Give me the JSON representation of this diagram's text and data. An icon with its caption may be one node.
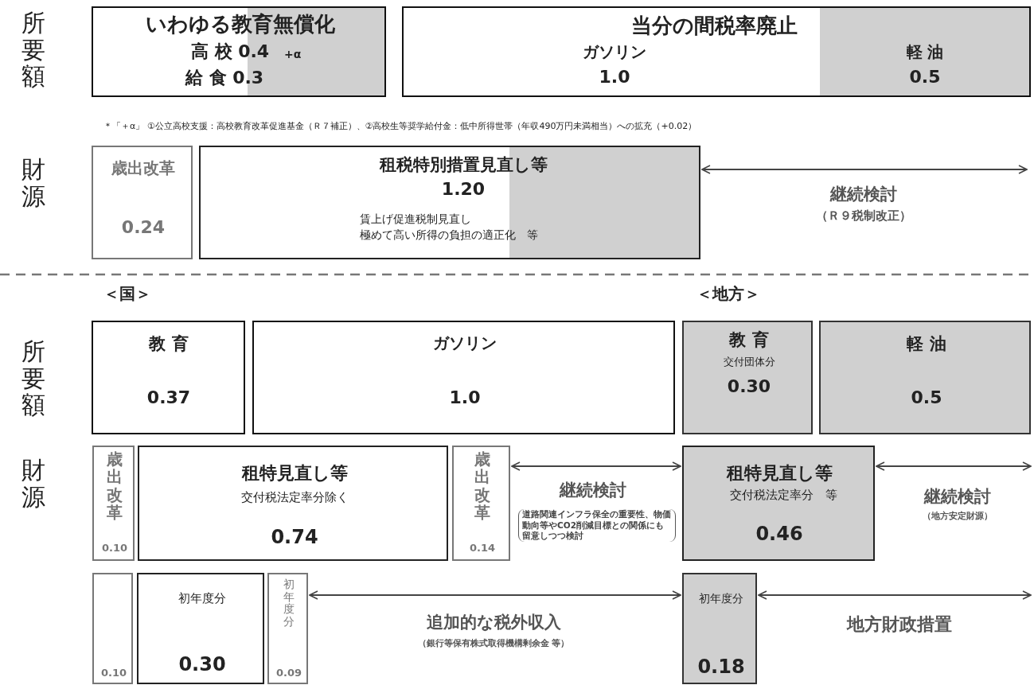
{
  "diagram": {
    "nodes": [
      {
        "text": [
          "いわゆる教育無償化",
          "高 校 0.4",
          "+α",
          "給 食 0.3"
        ]
      },
      {
        "text": [
          "当分の間税率廃止",
          "ガソリン",
          "1.0",
          "軽 油",
          "0.5"
        ]
      },
      {
        "text": [
          "歳出改革",
          "0.24"
        ]
      },
      {
        "text": [
          "租税特別措置見直し等",
          "1.20",
          "賃上げ促進税制見直し",
          "極めて高い所得の負担の適正化　等"
        ]
      },
      {
        "text": [
          "教 育",
          "0.37"
        ]
      },
      {
        "text": [
          "ガソリン",
          "1.0"
        ]
      },
      {
        "text": [
          "教 育",
          "交付団体分",
          "0.30"
        ]
      },
      {
        "text": [
          "軽 油",
          "0.5"
        ]
      },
      {
        "text": [
          "歳出改革",
          "0.10"
        ]
      },
      {
        "text": [
          "租特見直し等",
          "交付税法定率分除く",
          "0.74"
        ]
      },
      {
        "text": [
          "歳出改革",
          "0.14"
        ]
      },
      {
        "text": [
          "租特見直し等",
          "交付税法定率分　等",
          "0.46"
        ]
      },
      {
        "text": [
          "0.10"
        ]
      },
      {
        "text": [
          "初年度分",
          "0.30"
        ]
      },
      {
        "text": [
          "初年度分",
          "0.09"
        ]
      },
      {
        "text": [
          "初年度分",
          "0.18"
        ]
      }
    ],
    "edges": [
      {
        "from": 3,
        "to": null,
        "arrow": "both"
      },
      {
        "from": 10,
        "to": 11,
        "arrow": "both"
      },
      {
        "from": 11,
        "to": null,
        "arrow": "both"
      },
      {
        "from": 14,
        "to": 15,
        "arrow": "both"
      },
      {
        "from": 15,
        "to": null,
        "arrow": "both"
      }
    ],
    "labels": [
      "所要額",
      "＊「＋α」 ①公立高校支援：高校教育改革促進基金（Ｒ７補正）、②高校生等奨学給付金：低中所得世帯（年収490万円未満相当）への拡充（+0.02）",
      "財源",
      "継続検討",
      "（Ｒ９税制改正）",
      "＜国＞",
      "＜地方＞",
      "所要額",
      "財源",
      "継続検討",
      "道路関連インフラ保全の重要性、物価動向等やCO2削減目標との関係にも留意しつつ検討",
      "継続検討",
      "（地方安定財源）",
      "追加的な税外収入",
      "（銀行等保有株式取得機構剰余金 等）",
      "地方財政措置"
    ]
  }
}
